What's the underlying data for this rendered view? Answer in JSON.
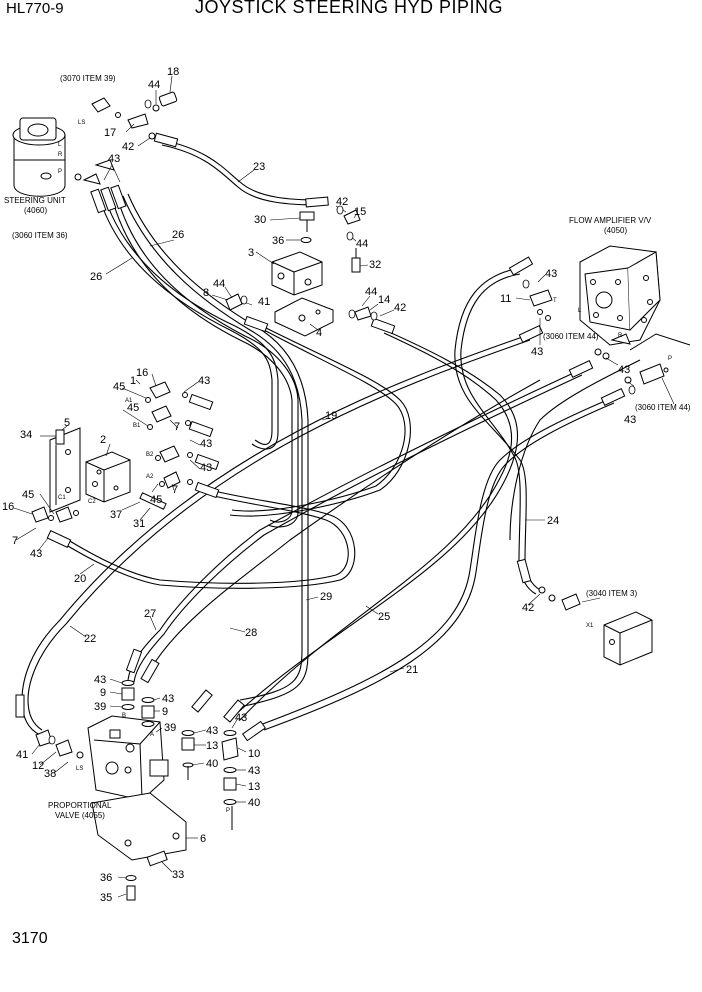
{
  "header": {
    "model": "HL770-9",
    "title": "JOYSTICK STEERING HYD PIPING"
  },
  "footer": {
    "page_number": "3170"
  },
  "components": {
    "steering_unit": {
      "name": "STEERING UNIT",
      "code": "(4060)"
    },
    "flow_amplifier": {
      "name": "FLOW AMPLIFIER V/V",
      "code": "(4050)"
    },
    "proportional_valve": {
      "name": "PROPORTIONAL",
      "name2": "VALVE (4055)"
    }
  },
  "references": {
    "ref_3070_39": "(3070 ITEM 39)",
    "ref_3060_36": "(3060 ITEM 36)",
    "ref_3060_44a": "(3060 ITEM 44)",
    "ref_3060_44b": "(3060 ITEM 44)",
    "ref_3040_3": "(3040 ITEM 3)"
  },
  "port_labels": {
    "ls": "LS",
    "l": "L",
    "r": "R",
    "p": "P",
    "a1": "A1",
    "b1": "B1",
    "b2": "B2",
    "a2": "A2",
    "c1": "C1",
    "c2": "C2",
    "t": "T",
    "fl": "L",
    "fr": "R",
    "fp": "P",
    "x1": "X1",
    "pb": "B",
    "pa": "A",
    "pls": "LS",
    "pp": "P"
  },
  "callouts": [
    {
      "id": "c18",
      "text": "18"
    },
    {
      "id": "c44a",
      "text": "44"
    },
    {
      "id": "c17",
      "text": "17"
    },
    {
      "id": "c42a",
      "text": "42"
    },
    {
      "id": "c43a",
      "text": "43"
    },
    {
      "id": "c23",
      "text": "23"
    },
    {
      "id": "c30",
      "text": "30"
    },
    {
      "id": "c42b",
      "text": "42"
    },
    {
      "id": "c15",
      "text": "15"
    },
    {
      "id": "c36a",
      "text": "36"
    },
    {
      "id": "c44b",
      "text": "44"
    },
    {
      "id": "c3",
      "text": "3"
    },
    {
      "id": "c32",
      "text": "32"
    },
    {
      "id": "c26a",
      "text": "26"
    },
    {
      "id": "c26b",
      "text": "26"
    },
    {
      "id": "c44c",
      "text": "44"
    },
    {
      "id": "c8",
      "text": "8"
    },
    {
      "id": "c41a",
      "text": "41"
    },
    {
      "id": "c44d",
      "text": "44"
    },
    {
      "id": "c14",
      "text": "14"
    },
    {
      "id": "c42c",
      "text": "42"
    },
    {
      "id": "c4",
      "text": "4"
    },
    {
      "id": "c43b",
      "text": "43"
    },
    {
      "id": "c11",
      "text": "11"
    },
    {
      "id": "c43c",
      "text": "43"
    },
    {
      "id": "c43d",
      "text": "43"
    },
    {
      "id": "c43e",
      "text": "43"
    },
    {
      "id": "c16a",
      "text": "16"
    },
    {
      "id": "c45a",
      "text": "45"
    },
    {
      "id": "c43f",
      "text": "43"
    },
    {
      "id": "c19",
      "text": "19"
    },
    {
      "id": "c5",
      "text": "5"
    },
    {
      "id": "c34",
      "text": "34"
    },
    {
      "id": "c2",
      "text": "2"
    },
    {
      "id": "c45b",
      "text": "45"
    },
    {
      "id": "c7a",
      "text": "7"
    },
    {
      "id": "c43g",
      "text": "43"
    },
    {
      "id": "c43h",
      "text": "43"
    },
    {
      "id": "c7b",
      "text": "7"
    },
    {
      "id": "c45c",
      "text": "45"
    },
    {
      "id": "c45d",
      "text": "45"
    },
    {
      "id": "c37",
      "text": "37"
    },
    {
      "id": "c31",
      "text": "31"
    },
    {
      "id": "c16b",
      "text": "16"
    },
    {
      "id": "c7c",
      "text": "7"
    },
    {
      "id": "c43i",
      "text": "43"
    },
    {
      "id": "c20",
      "text": "20"
    },
    {
      "id": "c24",
      "text": "24"
    },
    {
      "id": "c29",
      "text": "29"
    },
    {
      "id": "c25",
      "text": "25"
    },
    {
      "id": "c42d",
      "text": "42"
    },
    {
      "id": "c27",
      "text": "27"
    },
    {
      "id": "c28",
      "text": "28"
    },
    {
      "id": "c22",
      "text": "22"
    },
    {
      "id": "c21",
      "text": "21"
    },
    {
      "id": "c43j",
      "text": "43"
    },
    {
      "id": "c9a",
      "text": "9"
    },
    {
      "id": "c43k",
      "text": "43"
    },
    {
      "id": "c39a",
      "text": "39"
    },
    {
      "id": "c9b",
      "text": "9"
    },
    {
      "id": "c39b",
      "text": "39"
    },
    {
      "id": "c43l",
      "text": "43"
    },
    {
      "id": "c43m",
      "text": "43"
    },
    {
      "id": "c13a",
      "text": "13"
    },
    {
      "id": "c10",
      "text": "10"
    },
    {
      "id": "c40a",
      "text": "40"
    },
    {
      "id": "c43n",
      "text": "43"
    },
    {
      "id": "c13b",
      "text": "13"
    },
    {
      "id": "c40b",
      "text": "40"
    },
    {
      "id": "c41b",
      "text": "41"
    },
    {
      "id": "c12",
      "text": "12"
    },
    {
      "id": "c38",
      "text": "38"
    },
    {
      "id": "c6",
      "text": "6"
    },
    {
      "id": "c36b",
      "text": "36"
    },
    {
      "id": "c33",
      "text": "33"
    },
    {
      "id": "c35",
      "text": "35"
    },
    {
      "id": "c1",
      "text": "1"
    }
  ]
}
